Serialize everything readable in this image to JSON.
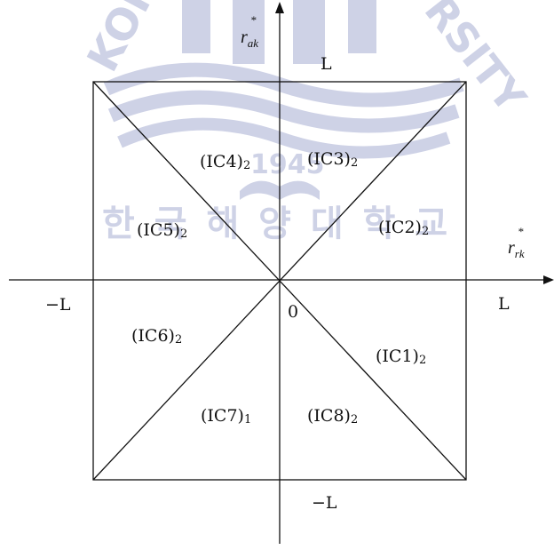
{
  "watermark": {
    "text_left": "KORE",
    "text_right": "RSITY",
    "year": "1945",
    "korean": "한 국 해 양 대 학 교",
    "color": "#c9cde4"
  },
  "axes": {
    "vertical_symbol": "r",
    "vertical_subscript": "ak",
    "vertical_superscript": "*",
    "horizontal_symbol": "r",
    "horizontal_subscript": "rk",
    "horizontal_superscript": "*",
    "origin": "0"
  },
  "bounds": {
    "top": "L",
    "right": "L",
    "left": "−L",
    "bottom": "−L"
  },
  "regions": [
    {
      "id": "ic1",
      "name": "(IC1)",
      "sub": "2"
    },
    {
      "id": "ic2",
      "name": "(IC2)",
      "sub": "2"
    },
    {
      "id": "ic3",
      "name": "(IC3)",
      "sub": "2"
    },
    {
      "id": "ic4",
      "name": "(IC4)",
      "sub": "2"
    },
    {
      "id": "ic5",
      "name": "(IC5)",
      "sub": "2"
    },
    {
      "id": "ic6",
      "name": "(IC6)",
      "sub": "2"
    },
    {
      "id": "ic7",
      "name": "(IC7)",
      "sub": "1"
    },
    {
      "id": "ic8",
      "name": "(IC8)",
      "sub": "2"
    }
  ],
  "colors": {
    "line": "#111111",
    "text": "#111111"
  }
}
